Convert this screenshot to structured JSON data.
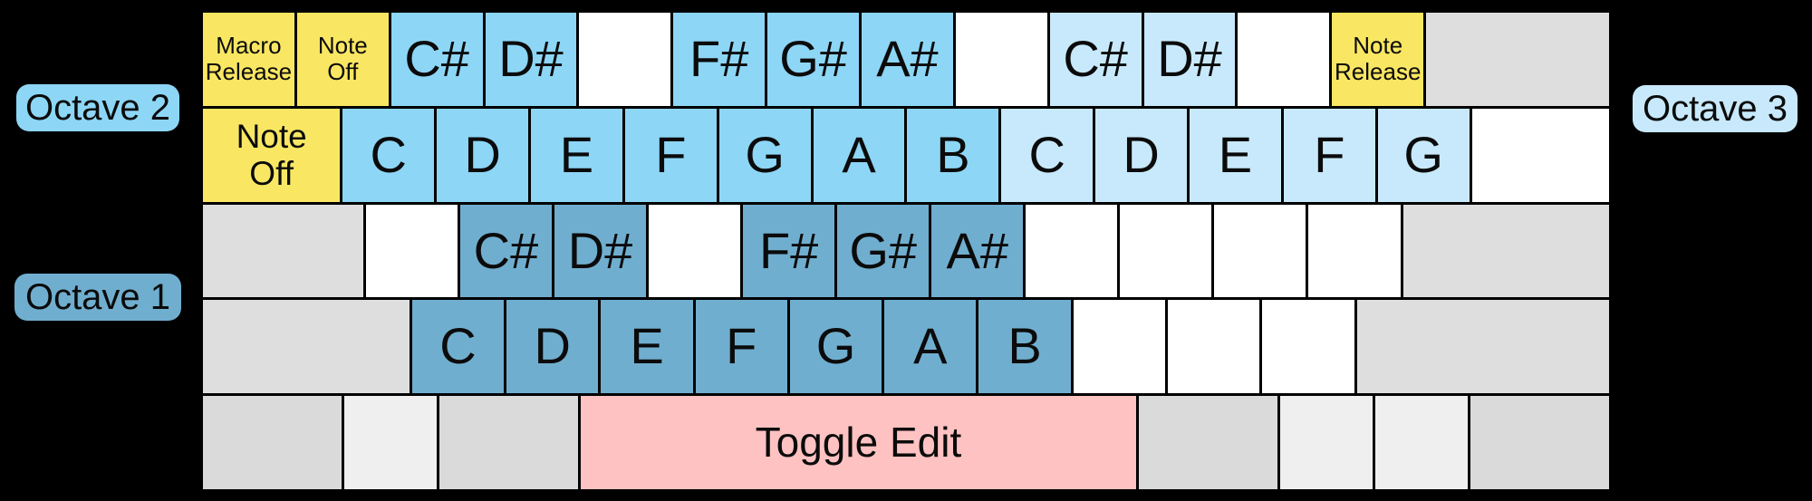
{
  "colors": {
    "background": "#000000",
    "key_border": "#000000",
    "text": "#0b0b0b",
    "yellow": "#F9E763",
    "octave1": "#70AECF",
    "octave2": "#8DD6F6",
    "octave3": "#C8E9FB",
    "pink": "#FFC2C2",
    "gray": "#DEDEDE",
    "gray_mod": "#DADADA",
    "gray_light": "#EFEFEF",
    "white": "#FFFFFF"
  },
  "octave_labels": {
    "octave2": {
      "text": "Octave 2",
      "color": "octave2"
    },
    "octave1": {
      "text": "Octave 1",
      "color": "octave1"
    },
    "octave3": {
      "text": "Octave 3",
      "color": "octave3"
    }
  },
  "keyboard": {
    "units_per_row": 15,
    "rows": [
      {
        "name": "number-row",
        "keys": [
          {
            "name": "key-backtick-macro-release",
            "u": 1,
            "color": "yellow",
            "label": "Macro\nRelease",
            "size": "small"
          },
          {
            "name": "key-1-note-off",
            "u": 1,
            "color": "yellow",
            "label": "Note\nOff",
            "size": "small"
          },
          {
            "name": "key-2-c-sharp",
            "u": 1,
            "color": "octave2",
            "label": "C#",
            "size": "note"
          },
          {
            "name": "key-3-d-sharp",
            "u": 1,
            "color": "octave2",
            "label": "D#",
            "size": "note"
          },
          {
            "name": "key-4-unmapped",
            "u": 1,
            "color": "white",
            "label": ""
          },
          {
            "name": "key-5-f-sharp",
            "u": 1,
            "color": "octave2",
            "label": "F#",
            "size": "note"
          },
          {
            "name": "key-6-g-sharp",
            "u": 1,
            "color": "octave2",
            "label": "G#",
            "size": "note"
          },
          {
            "name": "key-7-a-sharp",
            "u": 1,
            "color": "octave2",
            "label": "A#",
            "size": "note"
          },
          {
            "name": "key-8-unmapped",
            "u": 1,
            "color": "white",
            "label": ""
          },
          {
            "name": "key-9-c-sharp",
            "u": 1,
            "color": "octave3",
            "label": "C#",
            "size": "note"
          },
          {
            "name": "key-0-d-sharp",
            "u": 1,
            "color": "octave3",
            "label": "D#",
            "size": "note"
          },
          {
            "name": "key-minus-unmapped",
            "u": 1,
            "color": "white",
            "label": ""
          },
          {
            "name": "key-equals-note-release",
            "u": 1,
            "color": "yellow",
            "label": "Note\nRelease",
            "size": "small"
          },
          {
            "name": "key-backspace",
            "u": 2,
            "color": "gray",
            "label": ""
          }
        ]
      },
      {
        "name": "qwerty-row",
        "keys": [
          {
            "name": "key-tab-note-off",
            "u": 1.5,
            "color": "yellow",
            "label": "Note\nOff",
            "size": "medium"
          },
          {
            "name": "key-q-c",
            "u": 1,
            "color": "octave2",
            "label": "C",
            "size": "note"
          },
          {
            "name": "key-w-d",
            "u": 1,
            "color": "octave2",
            "label": "D",
            "size": "note"
          },
          {
            "name": "key-e-e",
            "u": 1,
            "color": "octave2",
            "label": "E",
            "size": "note"
          },
          {
            "name": "key-r-f",
            "u": 1,
            "color": "octave2",
            "label": "F",
            "size": "note"
          },
          {
            "name": "key-t-g",
            "u": 1,
            "color": "octave2",
            "label": "G",
            "size": "note"
          },
          {
            "name": "key-y-a",
            "u": 1,
            "color": "octave2",
            "label": "A",
            "size": "note"
          },
          {
            "name": "key-u-b",
            "u": 1,
            "color": "octave2",
            "label": "B",
            "size": "note"
          },
          {
            "name": "key-i-c",
            "u": 1,
            "color": "octave3",
            "label": "C",
            "size": "note"
          },
          {
            "name": "key-o-d",
            "u": 1,
            "color": "octave3",
            "label": "D",
            "size": "note"
          },
          {
            "name": "key-p-e",
            "u": 1,
            "color": "octave3",
            "label": "E",
            "size": "note"
          },
          {
            "name": "key-lbracket-f",
            "u": 1,
            "color": "octave3",
            "label": "F",
            "size": "note"
          },
          {
            "name": "key-rbracket-g",
            "u": 1,
            "color": "octave3",
            "label": "G",
            "size": "note"
          },
          {
            "name": "key-backslash-unmapped",
            "u": 1.5,
            "color": "white",
            "label": ""
          }
        ]
      },
      {
        "name": "home-row",
        "keys": [
          {
            "name": "key-capslock",
            "u": 1.75,
            "color": "gray",
            "label": ""
          },
          {
            "name": "key-a-unmapped",
            "u": 1,
            "color": "white",
            "label": ""
          },
          {
            "name": "key-s-c-sharp",
            "u": 1,
            "color": "octave1",
            "label": "C#",
            "size": "note"
          },
          {
            "name": "key-d-d-sharp",
            "u": 1,
            "color": "octave1",
            "label": "D#",
            "size": "note"
          },
          {
            "name": "key-f-unmapped",
            "u": 1,
            "color": "white",
            "label": ""
          },
          {
            "name": "key-g-f-sharp",
            "u": 1,
            "color": "octave1",
            "label": "F#",
            "size": "note"
          },
          {
            "name": "key-h-g-sharp",
            "u": 1,
            "color": "octave1",
            "label": "G#",
            "size": "note"
          },
          {
            "name": "key-j-a-sharp",
            "u": 1,
            "color": "octave1",
            "label": "A#",
            "size": "note"
          },
          {
            "name": "key-k-unmapped",
            "u": 1,
            "color": "white",
            "label": ""
          },
          {
            "name": "key-l-unmapped",
            "u": 1,
            "color": "white",
            "label": ""
          },
          {
            "name": "key-semicolon-unmapped",
            "u": 1,
            "color": "white",
            "label": ""
          },
          {
            "name": "key-quote-unmapped",
            "u": 1,
            "color": "white",
            "label": ""
          },
          {
            "name": "key-enter",
            "u": 2.25,
            "color": "gray",
            "label": ""
          }
        ]
      },
      {
        "name": "bottom-letter-row",
        "keys": [
          {
            "name": "key-lshift",
            "u": 2.25,
            "color": "gray",
            "label": ""
          },
          {
            "name": "key-z-c",
            "u": 1,
            "color": "octave1",
            "label": "C",
            "size": "note"
          },
          {
            "name": "key-x-d",
            "u": 1,
            "color": "octave1",
            "label": "D",
            "size": "note"
          },
          {
            "name": "key-c-e",
            "u": 1,
            "color": "octave1",
            "label": "E",
            "size": "note"
          },
          {
            "name": "key-v-f",
            "u": 1,
            "color": "octave1",
            "label": "F",
            "size": "note"
          },
          {
            "name": "key-b-g",
            "u": 1,
            "color": "octave1",
            "label": "G",
            "size": "note"
          },
          {
            "name": "key-n-a",
            "u": 1,
            "color": "octave1",
            "label": "A",
            "size": "note"
          },
          {
            "name": "key-m-b",
            "u": 1,
            "color": "octave1",
            "label": "B",
            "size": "note"
          },
          {
            "name": "key-comma-unmapped",
            "u": 1,
            "color": "white",
            "label": ""
          },
          {
            "name": "key-period-unmapped",
            "u": 1,
            "color": "white",
            "label": ""
          },
          {
            "name": "key-slash-unmapped",
            "u": 1,
            "color": "white",
            "label": ""
          },
          {
            "name": "key-rshift",
            "u": 2.75,
            "color": "gray",
            "label": ""
          }
        ]
      },
      {
        "name": "modifier-row",
        "keys": [
          {
            "name": "key-lctrl",
            "u": 1.5,
            "color": "gray_mod",
            "label": ""
          },
          {
            "name": "key-lwin",
            "u": 1,
            "color": "gray_light",
            "label": ""
          },
          {
            "name": "key-lalt",
            "u": 1.5,
            "color": "gray_mod",
            "label": ""
          },
          {
            "name": "key-space-toggle-edit",
            "u": 6,
            "color": "pink",
            "label": "Toggle Edit",
            "size": "space"
          },
          {
            "name": "key-ralt",
            "u": 1.5,
            "color": "gray_mod",
            "label": ""
          },
          {
            "name": "key-rwin",
            "u": 1,
            "color": "gray_light",
            "label": ""
          },
          {
            "name": "key-menu",
            "u": 1,
            "color": "gray_light",
            "label": ""
          },
          {
            "name": "key-rctrl",
            "u": 1.5,
            "color": "gray_mod",
            "label": ""
          }
        ]
      }
    ]
  }
}
